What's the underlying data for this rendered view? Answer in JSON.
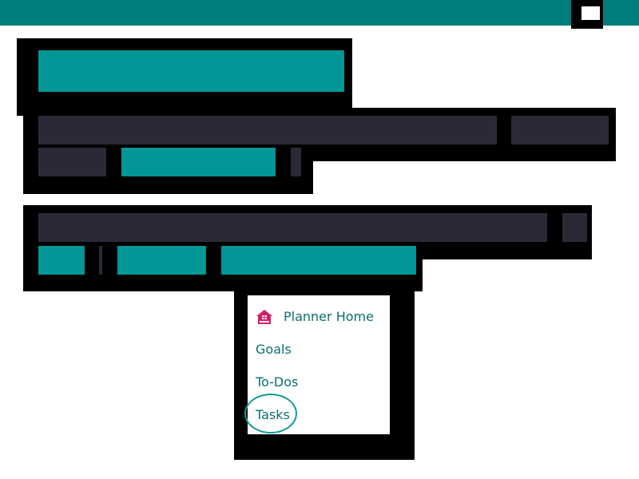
{
  "menu": {
    "items": [
      {
        "icon": "home-icon",
        "label": "Planner Home",
        "accent": "#d21f6a"
      },
      {
        "label": "Goals"
      },
      {
        "label": "To-Dos"
      },
      {
        "label": "Tasks"
      }
    ],
    "text_color": "#0b6e6e",
    "highlight_color": "#149b93"
  },
  "colors": {
    "top_bar": "#007f7f",
    "teal_block": "#009796",
    "dark_block": "#2a2a36"
  }
}
